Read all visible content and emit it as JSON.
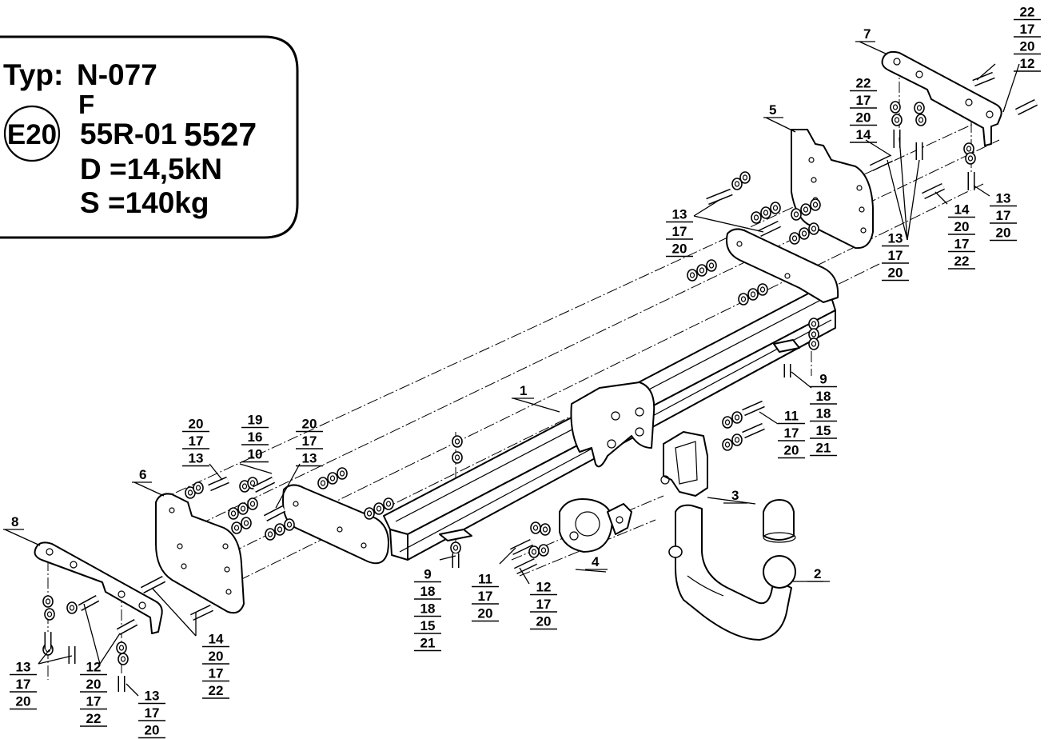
{
  "info_box": {
    "type_label": "Typ:",
    "type_value": "N-077",
    "class_value": "F",
    "approval_mark": "E20",
    "approval_number": "55R-01",
    "approval_code": "5527",
    "d_value": "D =14,5kN",
    "s_value": "S =140kg"
  },
  "part_labels": {
    "p1": "1",
    "p2": "2",
    "p3": "3",
    "p4": "4",
    "p5": "5",
    "p6": "6",
    "p7": "7",
    "p8": "8"
  },
  "callouts": {
    "c_tr_22_17_20_12": [
      "22",
      "17",
      "20",
      "12"
    ],
    "c_22_17_20_14": [
      "22",
      "17",
      "20",
      "14"
    ],
    "c_13_17_20_right": [
      "13",
      "17",
      "20"
    ],
    "c_13_17_20_left": [
      "13",
      "17",
      "20"
    ],
    "c_13_17_20_mid": [
      "13",
      "17",
      "20"
    ],
    "c_14_20_17_22_right": [
      "14",
      "20",
      "17",
      "22"
    ],
    "c_9_right": [
      "9",
      "18",
      "18",
      "15",
      "21"
    ],
    "c_11_17_20_right": [
      "11",
      "17",
      "20"
    ],
    "c_20_17_13_a": [
      "20",
      "17",
      "13"
    ],
    "c_19_16_10": [
      "19",
      "16",
      "10"
    ],
    "c_20_17_13_b": [
      "20",
      "17",
      "13"
    ],
    "c_9_left": [
      "9",
      "18",
      "18",
      "15",
      "21"
    ],
    "c_11_17_20_left": [
      "11",
      "17",
      "20"
    ],
    "c_12_17_20": [
      "12",
      "17",
      "20"
    ],
    "c_14_20_17_22_left": [
      "14",
      "20",
      "17",
      "22"
    ],
    "c_13_17_20_bl": [
      "13",
      "17",
      "20"
    ],
    "c_12_20_17_22": [
      "12",
      "20",
      "17",
      "22"
    ],
    "c_13_17_20_bottom": [
      "13",
      "17",
      "20"
    ]
  }
}
